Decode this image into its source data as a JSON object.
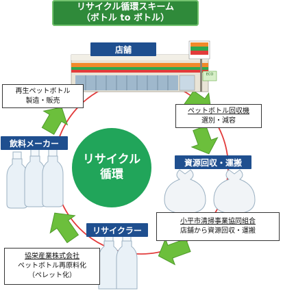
{
  "title": {
    "line1": "リサイクル循環スキーム",
    "line2": "（ボトル to ボトル）"
  },
  "store": {
    "label": "店舗"
  },
  "center": {
    "line1": "リサイクル",
    "line2": "循環"
  },
  "stages": {
    "recycled_pet": {
      "line1": "再生ペットボトル",
      "line2": "製造・販売"
    },
    "bottle_machine": {
      "line1": "ペットボトル回収機",
      "line2": "選別・減容"
    },
    "beverage_maker": {
      "label": "飲料メーカー"
    },
    "resource_collection": {
      "label": "資源回収・運搬"
    },
    "recycler": {
      "label": "リサイクラー"
    },
    "kodaira": {
      "line1": "小平市清掃事業協同組合",
      "line2": "店舗から資源回収・運搬"
    },
    "kyoei": {
      "line1": "協栄産業株式会社",
      "line2": "ペットボトル再原料化",
      "line3": "（ペレット化）"
    }
  },
  "store_sign": "ECO",
  "colors": {
    "green": "#2f8a3a",
    "bright_green": "#6cbf3c",
    "navy": "#1f4f8f",
    "circle_red": "#e23b3b"
  }
}
